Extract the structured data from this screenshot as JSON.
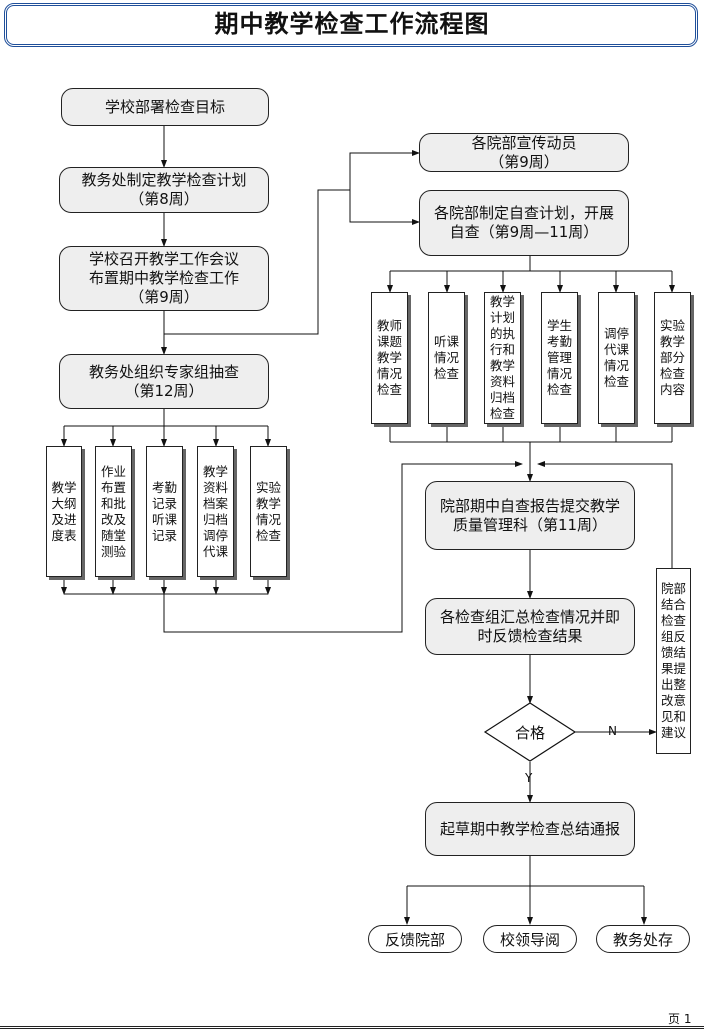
{
  "title": "期中教学检查工作流程图",
  "left_flow": {
    "step1": "学校部署检查目标",
    "step2": "教务处制定教学检查计划\n（第8周）",
    "step3": "学校召开教学工作会议\n布置期中教学检查工作\n（第9周）",
    "step4": "教务处组织专家组抽查\n（第12周）",
    "items": [
      "教学\n大纲\n及进\n度表",
      "作业\n布置\n和批\n改及\n随堂\n测验",
      "考勤\n记录\n听课\n记录",
      "教学\n资料\n档案\n归档\n调停\n代课",
      "实验\n教学\n情况\n检查"
    ]
  },
  "right_flow": {
    "mobilize": "各院部宣传动员\n（第9周）",
    "self_plan": "各院部制定自查计划，开展\n自查（第9周—11周）",
    "items": [
      "教师\n课题\n教学\n情况\n检查",
      "听课\n情况\n检查",
      "教学\n计划\n的执\n行和\n教学\n资料\n归档\n检查",
      "学生\n考勤\n管理\n情况\n检查",
      "调停\n代课\n情况\n检查",
      "实验\n教学\n部分\n检查\n内容"
    ],
    "report": "院部期中自查报告提交教学\n质量管理科（第11周）",
    "summary": "各检查组汇总检查情况并即\n时反馈检查结果",
    "decision": "合格",
    "no_label": "N",
    "yes_label": "Y",
    "feedback": "院部\n结合\n检查\n组反\n馈结\n果提\n出整\n改意\n见和\n建议",
    "final": "起草期中教学检查总结通报",
    "outputs": [
      "反馈院部",
      "校领导阅",
      "教务处存"
    ]
  },
  "footer": {
    "page": "页 1"
  }
}
